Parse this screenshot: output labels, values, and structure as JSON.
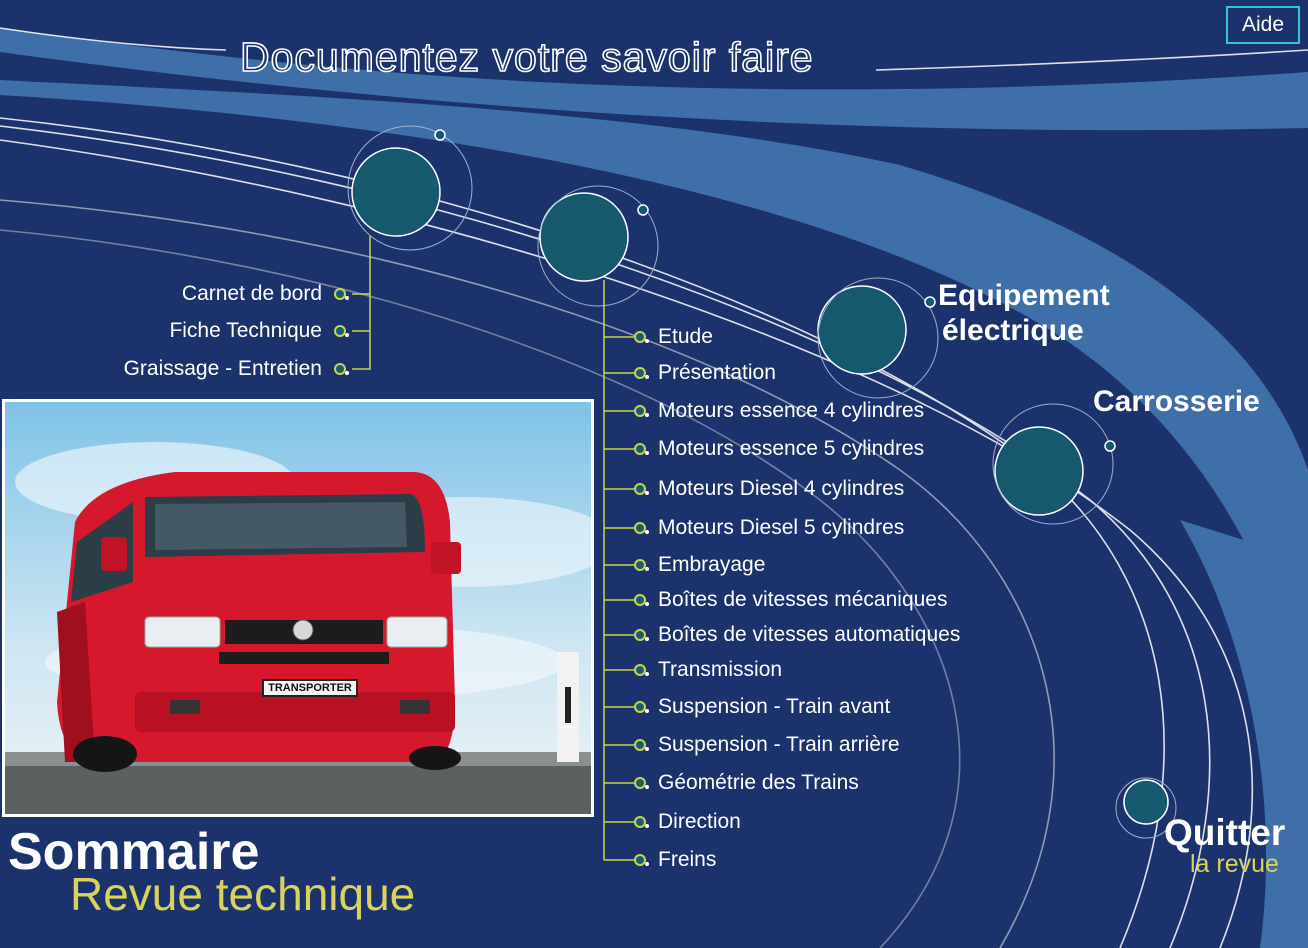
{
  "header": {
    "title": "Documentez votre savoir faire",
    "help_label": "Aide"
  },
  "left_menu": {
    "items": [
      {
        "label": "Carnet de bord"
      },
      {
        "label": "Fiche Technique"
      },
      {
        "label": "Graissage - Entretien"
      }
    ]
  },
  "mechanics_menu": {
    "items": [
      {
        "label": "Etude"
      },
      {
        "label": "Présentation"
      },
      {
        "label": "Moteurs essence 4 cylindres"
      },
      {
        "label": "Moteurs essence 5 cylindres"
      },
      {
        "label": "Moteurs Diesel 4 cylindres"
      },
      {
        "label": "Moteurs Diesel 5 cylindres"
      },
      {
        "label": "Embrayage"
      },
      {
        "label": "Boîtes de vitesses mécaniques"
      },
      {
        "label": "Boîtes de vitesses automatiques"
      },
      {
        "label": "Transmission"
      },
      {
        "label": "Suspension - Train avant"
      },
      {
        "label": "Suspension - Train arrière"
      },
      {
        "label": "Géométrie des Trains"
      },
      {
        "label": "Direction"
      },
      {
        "label": "Freins"
      }
    ]
  },
  "categories": {
    "equipment_line1": "Equipement",
    "equipment_line2": "électrique",
    "bodywork": "Carrosserie"
  },
  "photo": {
    "plate_text": "TRANSPORTER"
  },
  "footer": {
    "title": "Sommaire",
    "subtitle": "Revue technique",
    "quit_title": "Quitter",
    "quit_subtitle": "la revue"
  },
  "colors": {
    "background": "#1c326c",
    "band": "#3f6fa8",
    "node": "#16586e",
    "accent_yellow": "#d9d25c",
    "help_border": "#36c4d8"
  }
}
